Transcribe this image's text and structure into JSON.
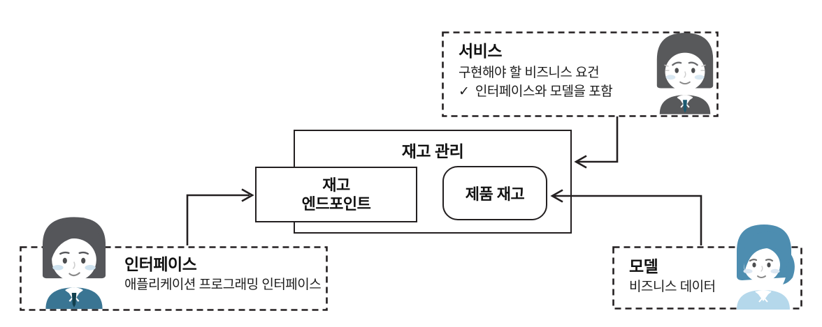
{
  "service": {
    "title": "서비스",
    "description": "구현해야 할 비즈니스 요건",
    "check_icon": "✓",
    "check_item": "인터페이스와 모델을 포함",
    "avatar": "senior-businessman"
  },
  "inventory_management": {
    "title": "재고 관리",
    "endpoint": {
      "line1": "재고",
      "line2": "엔드포인트"
    },
    "product_inventory": "제품 재고"
  },
  "interface": {
    "title": "인터페이스",
    "description": "애플리케이션 프로그래밍 인터페이스",
    "avatar": "young-businessman"
  },
  "model": {
    "title": "모델",
    "description": "비즈니스 데이터",
    "avatar": "businesswoman"
  },
  "colors": {
    "line": "#231f20",
    "senior_hair_suit": "#58595b",
    "young_suit": "#3a7593",
    "tie": "#1d5a70",
    "woman_hair": "#4d8db0",
    "woman_jacket": "#b5d8eb",
    "blush": "#d9e8f2"
  }
}
